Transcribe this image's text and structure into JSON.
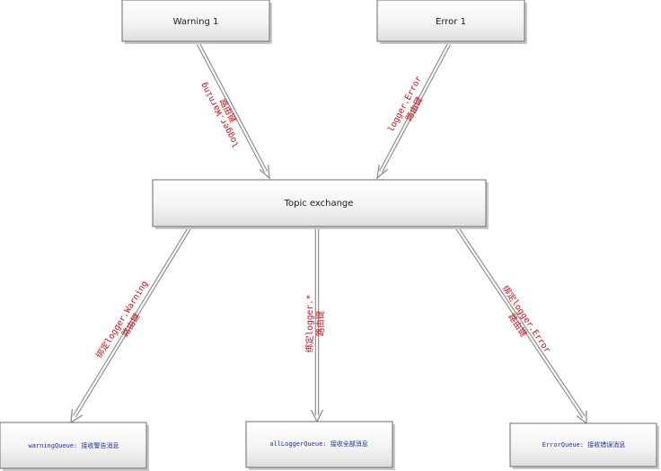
{
  "nodes": {
    "warning_producer": {
      "label": "Warning 1"
    },
    "error_producer": {
      "label": "Error 1"
    },
    "exchange": {
      "label": "Topic exchange"
    },
    "warning_queue": {
      "label": "warningQueue: 接收警告消息"
    },
    "all_logger_queue": {
      "label": "allLoggerQueue: 接收全部消息"
    },
    "error_queue": {
      "label": "ErrorQueue: 接收错误消息"
    }
  },
  "edges": {
    "warning_to_exchange": {
      "line1": "路由键",
      "line2": "logger.Warning"
    },
    "error_to_exchange": {
      "line1": "logger.Error",
      "line2": "路由键"
    },
    "exchange_to_warning": {
      "line1": "绑定logger.Warning",
      "line2": "路由键"
    },
    "exchange_to_all": {
      "line1": "绑定logger.*",
      "line2": "路由键"
    },
    "exchange_to_error": {
      "line1": "绑定logger.Error",
      "line2": "路由键"
    }
  },
  "colors": {
    "edge_label": "#c0111a",
    "queue_label": "#1f2f9f",
    "box_border": "#6b6b6b",
    "arrow": "#8a8a8a"
  }
}
